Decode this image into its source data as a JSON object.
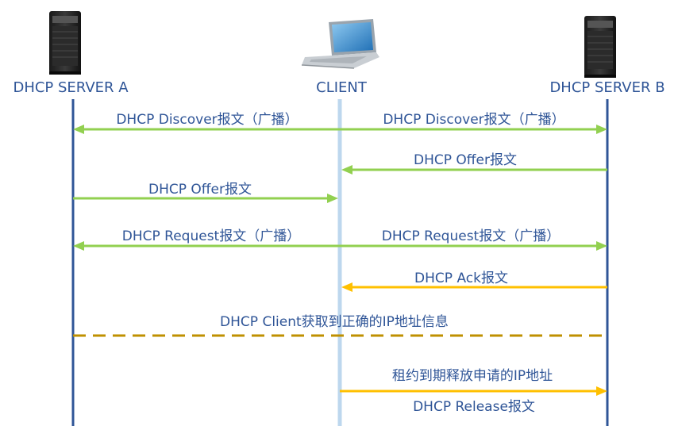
{
  "nodes": {
    "server_a": "DHCP SERVER A",
    "client": "CLIENT",
    "server_b": "DHCP SERVER B"
  },
  "messages": {
    "discover_left": "DHCP Discover报文（广播）",
    "discover_right": "DHCP Discover报文（广播）",
    "offer_b": "DHCP Offer报文",
    "offer_a": "DHCP Offer报文",
    "request_left": "DHCP Request报文（广播）",
    "request_right": "DHCP Request报文（广播）",
    "ack": "DHCP Ack报文",
    "client_ip": "DHCP Client获取到正确的IP地址信息",
    "lease_expire": "租约到期释放申请的IP地址",
    "release": "DHCP Release报文"
  },
  "colors": {
    "server_lifeline": "#2f5597",
    "client_lifeline": "#bdd7ee",
    "label_text": "#2f5597",
    "green_arrow": "#92d050",
    "yellow_arrow": "#ffc000",
    "dashed_line": "#bf9000"
  },
  "icons": {
    "server_a": "tower-server-icon",
    "client": "laptop-icon",
    "server_b": "tower-server-icon"
  }
}
